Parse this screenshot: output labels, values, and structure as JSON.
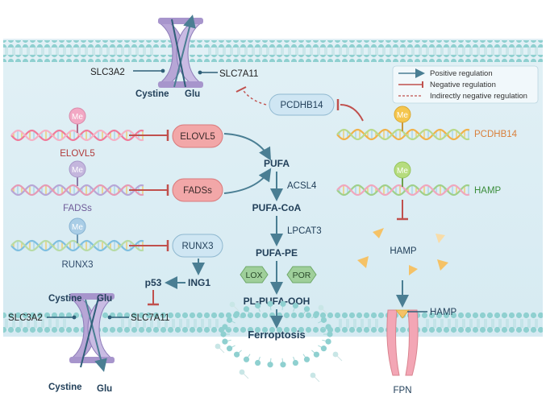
{
  "colors": {
    "background": "#dceef4",
    "membrane_head": "#8fd0d0",
    "transporter": "#b7a6d6",
    "enzyme_box": "#f2a7a8",
    "receptor_box": "#cfe6f3",
    "arrow": "#4a7e93",
    "inhibit": "#c0504d",
    "pcdhb14_text": "#d97f3a",
    "hamp_text": "#3b8d3b",
    "ferroportin": "#f3a6b5"
  },
  "labels": {
    "top_slc3a2": "SLC3A2",
    "top_slc7a11": "SLC7A11",
    "top_cystine": "Cystine",
    "top_glu": "Glu",
    "bottom_slc3a2": "SLC3A2",
    "bottom_slc7a11": "SLC7A11",
    "bottom_cystine_in": "Cystine",
    "bottom_glu_in": "Glu",
    "bottom_cystine_out": "Cystine",
    "bottom_glu_out": "Glu",
    "me": "Me",
    "elovl5_gene": "ELOVL5",
    "elovl5_box": "ELOVL5",
    "fadss_gene": "FADSs",
    "fadss_box": "FADSs",
    "runx3_gene": "RUNX3",
    "runx3_box": "RUNX3",
    "pcdhb14_box": "PCDHB14",
    "pcdhb14_gene": "PCDHB14",
    "hamp_gene": "HAMP",
    "hamp_protein": "HAMP",
    "hamp_bound": "HAMP",
    "fpn": "FPN",
    "pufa": "PUFA",
    "acsl4": "ACSL4",
    "pufa_coa": "PUFA-CoA",
    "lpcat3": "LPCAT3",
    "pufa_pe": "PUFA-PE",
    "lox": "LOX",
    "por": "POR",
    "pl_pufa_ooh": "PL-PUFA-OOH",
    "ferroptosis": "Ferroptosis",
    "p53": "p53",
    "ing1": "ING1"
  },
  "legend": {
    "positive": "Positive regulation",
    "negative": "Negative regulation",
    "indirect": "Indirectly negative regulation"
  }
}
